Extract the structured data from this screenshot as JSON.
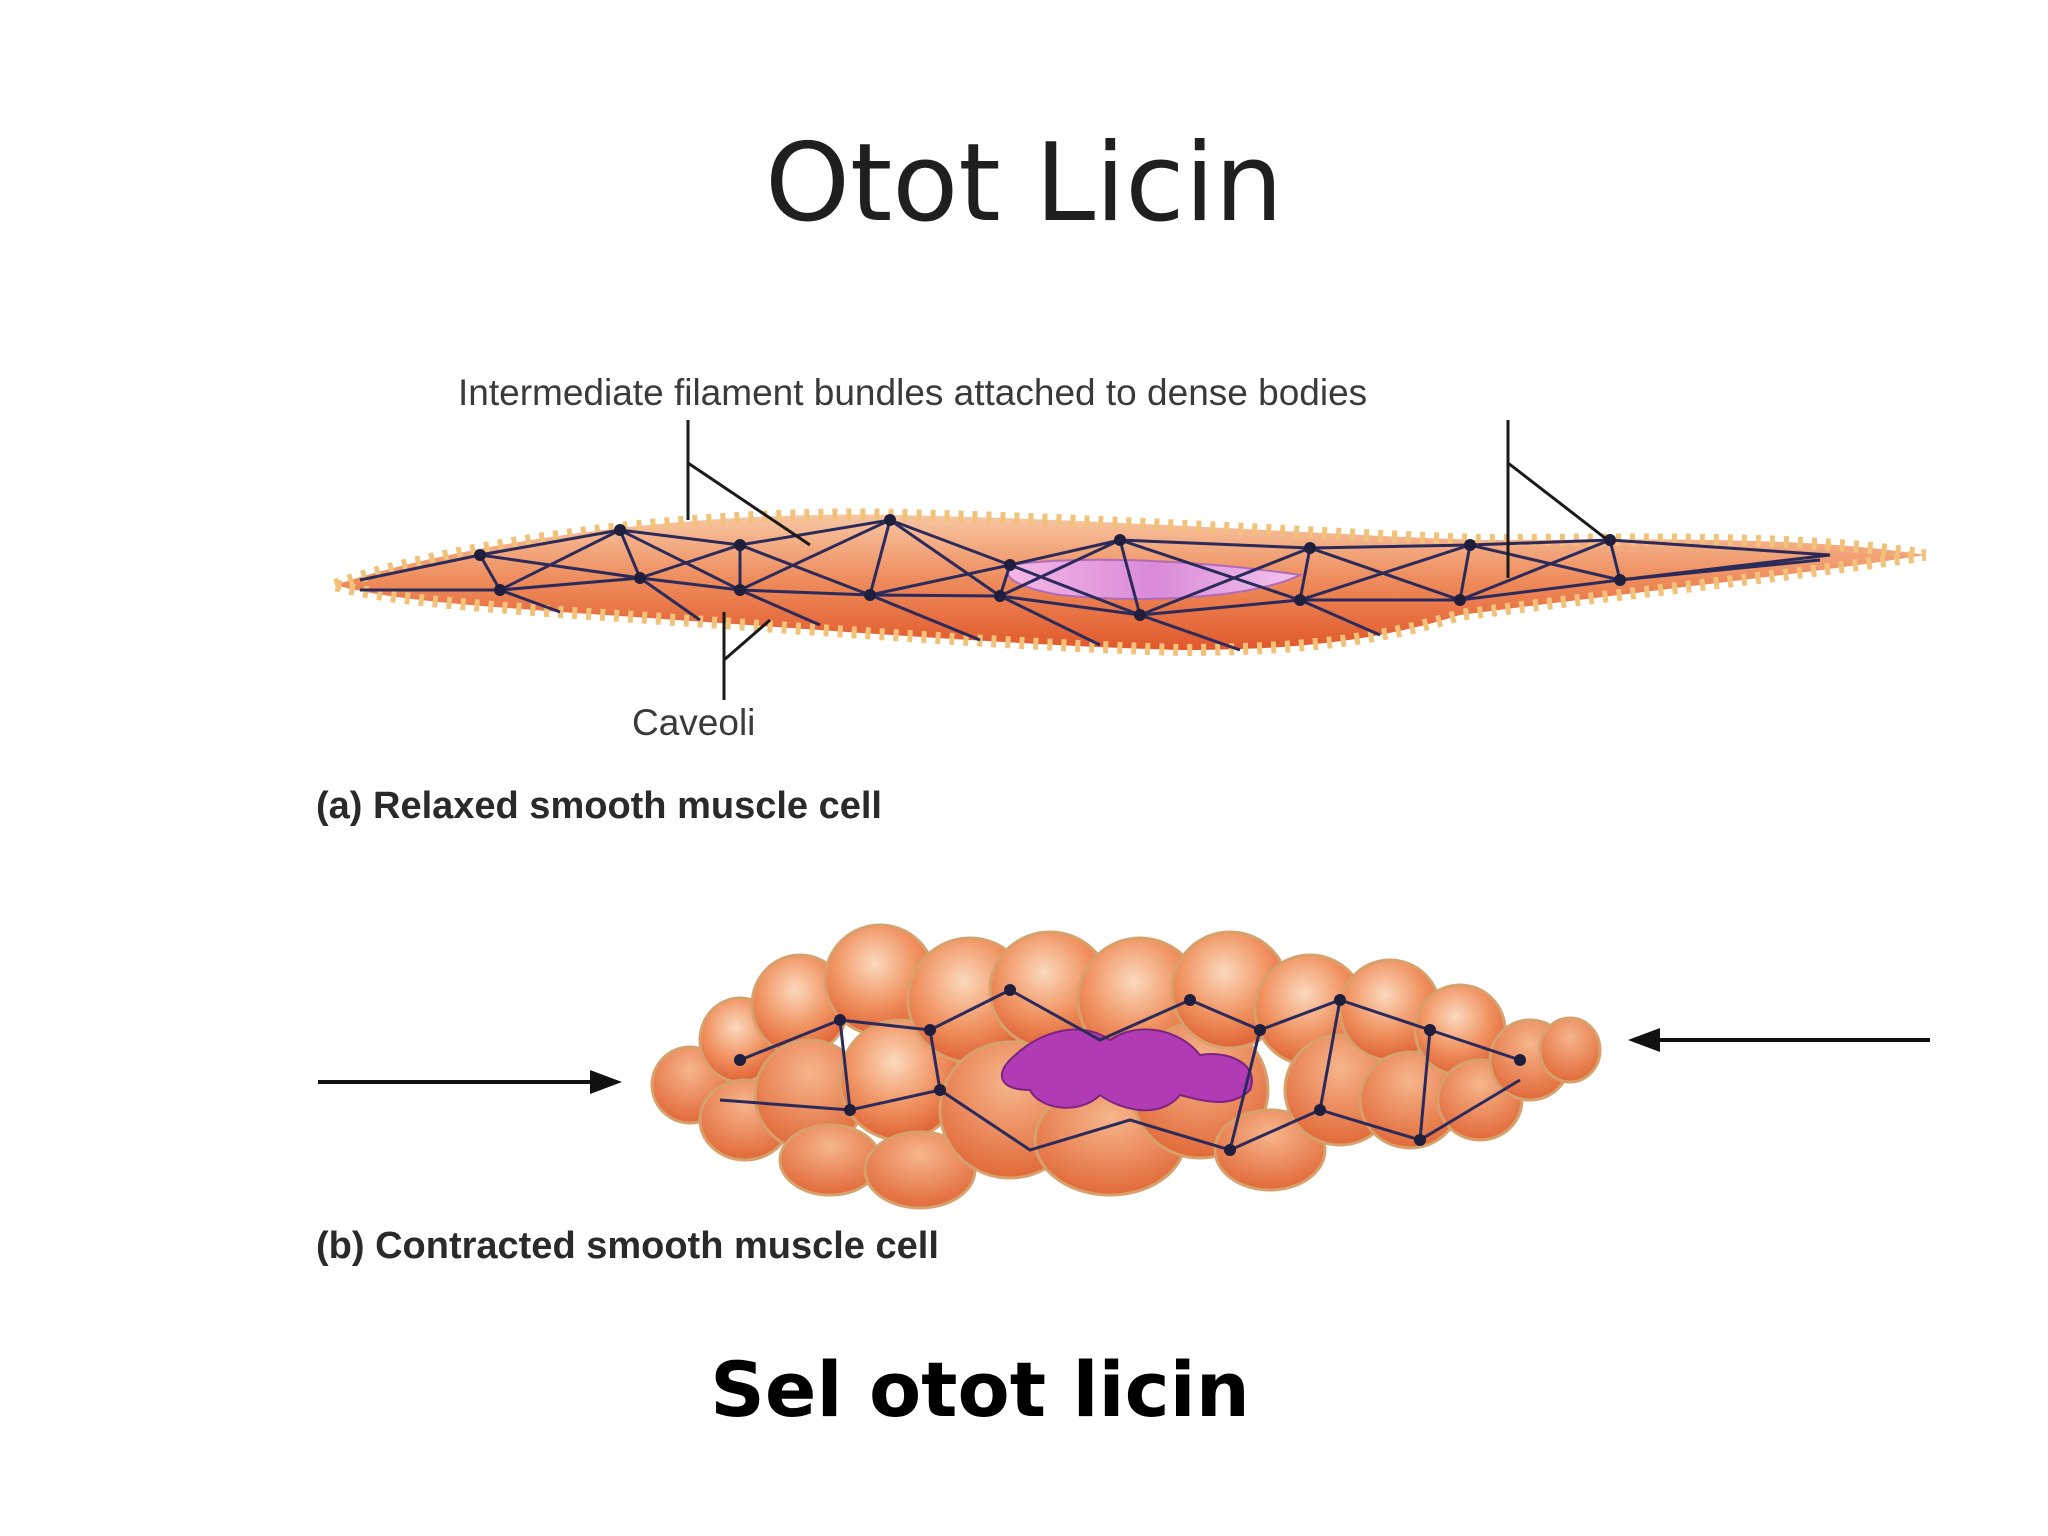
{
  "slide": {
    "title": "Otot Licin",
    "caption": "Sel otot licin"
  },
  "figure": {
    "labels": {
      "filament_bundles": "Intermediate filament bundles attached to dense bodies",
      "caveoli": "Caveoli"
    },
    "panels": [
      {
        "label": "(a) Relaxed smooth muscle cell"
      },
      {
        "label": "(b) Contracted smooth muscle cell"
      }
    ]
  },
  "colors": {
    "cell_fill": "#e8703f",
    "cell_light": "#f6c39d",
    "cell_border": "#f2c27a",
    "filament": "#2b2a5a",
    "nucleus": "#b03bb5",
    "arrow": "#111111"
  }
}
